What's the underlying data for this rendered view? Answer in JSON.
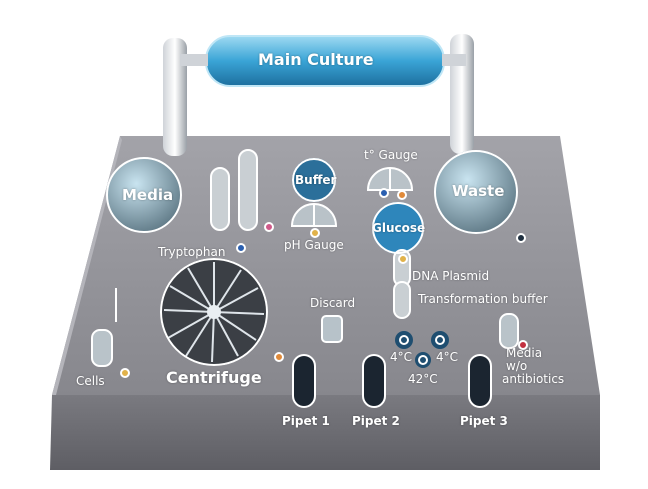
{
  "title": "Main Culture",
  "labels": {
    "media": "Media",
    "buffer": "Buffer",
    "t_gauge": "t° Gauge",
    "waste": "Waste",
    "ph_gauge": "pH Gauge",
    "glucose": "Glucose",
    "tryptophan": "Tryptophan",
    "dna_plasmid": "DNA Plasmid",
    "transformation_buffer": "Transformation buffer",
    "discard": "Discard",
    "temp_4c_left": "4°C",
    "temp_4c_right": "4°C",
    "temp_42c": "42°C",
    "media_wo_1": "Media",
    "media_wo_2": "w/o",
    "media_wo_3": "antibiotics",
    "cells": "Cells",
    "centrifuge": "Centrifuge",
    "pipet1": "Pipet 1",
    "pipet2": "Pipet 2",
    "pipet3": "Pipet 3"
  },
  "colors": {
    "panel": "#8d8d93",
    "panel_dark": "#6e6e74",
    "tube_blue": "#3fa9d8",
    "dot_yellow": "#e1b24a",
    "dot_blue": "#2a5fb0",
    "dot_pink": "#d05a8a",
    "dot_red": "#c23040",
    "dot_orange": "#e08a3a"
  }
}
